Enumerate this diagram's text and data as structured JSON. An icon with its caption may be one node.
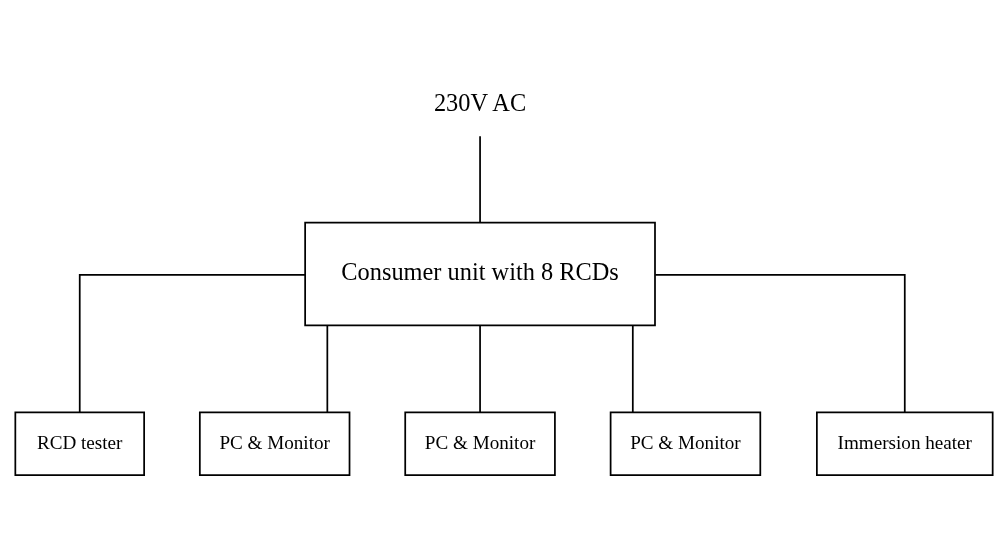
{
  "diagram": {
    "nodes": [
      {
        "text": [
          "230V AC"
        ]
      },
      {
        "text": [
          "Consumer unit with 8 RCDs"
        ]
      },
      {
        "text": [
          "RCD tester"
        ]
      },
      {
        "text": [
          "PC & Monitor"
        ]
      },
      {
        "text": [
          "PC & Monitor"
        ]
      },
      {
        "text": [
          "PC & Monitor"
        ]
      },
      {
        "text": [
          "Immersion heater"
        ]
      }
    ],
    "edges": [
      {
        "from": 0,
        "to": 1,
        "arrow": "none"
      },
      {
        "from": 1,
        "to": 2,
        "arrow": "none"
      },
      {
        "from": 1,
        "to": 3,
        "arrow": "none"
      },
      {
        "from": 1,
        "to": 4,
        "arrow": "none"
      },
      {
        "from": 1,
        "to": 5,
        "arrow": "none"
      },
      {
        "from": 1,
        "to": 6,
        "arrow": "none"
      }
    ]
  }
}
